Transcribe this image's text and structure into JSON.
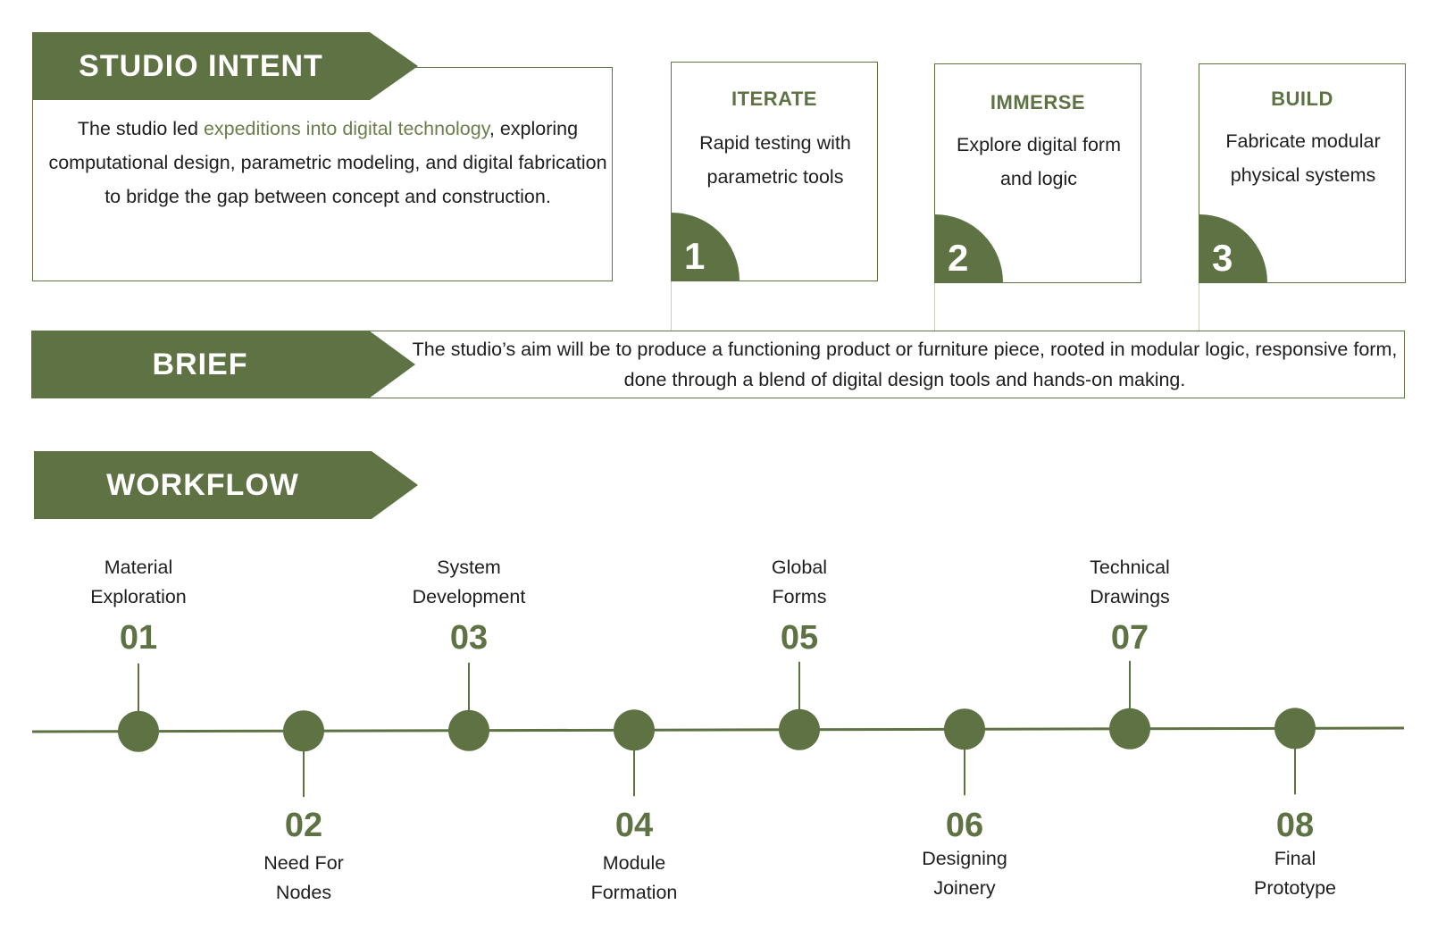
{
  "theme": {
    "accent": "#5f7244",
    "highlight": "#6b7f4d",
    "text": "#1e1e1e"
  },
  "intent": {
    "title": "STUDIO INTENT",
    "text_before": "The studio led ",
    "text_highlight": "expeditions into digital technology",
    "text_after": ", exploring computational design, parametric modeling, and digital fabrication to bridge the gap between concept and construction."
  },
  "cards": [
    {
      "title": "ITERATE",
      "body": "Rapid testing with parametric tools",
      "number": "1"
    },
    {
      "title": "IMMERSE",
      "body": "Explore digital form and logic",
      "number": "2"
    },
    {
      "title": "BUILD",
      "body": "Fabricate modular physical systems",
      "number": "3"
    }
  ],
  "brief": {
    "title": "BRIEF",
    "text": "The studio’s aim will be to produce a functioning product or furniture piece, rooted in modular logic, responsive form, done through a blend of digital design tools and hands-on making."
  },
  "workflow": {
    "title": "WORKFLOW",
    "steps": [
      {
        "number": "01",
        "label": "Material Exploration"
      },
      {
        "number": "02",
        "label": "Need For Nodes"
      },
      {
        "number": "03",
        "label": "System Development"
      },
      {
        "number": "04",
        "label": "Module Formation"
      },
      {
        "number": "05",
        "label": "Global Forms"
      },
      {
        "number": "06",
        "label": "Designing Joinery"
      },
      {
        "number": "07",
        "label": "Technical Drawings"
      },
      {
        "number": "08",
        "label": "Final Prototype"
      }
    ]
  }
}
